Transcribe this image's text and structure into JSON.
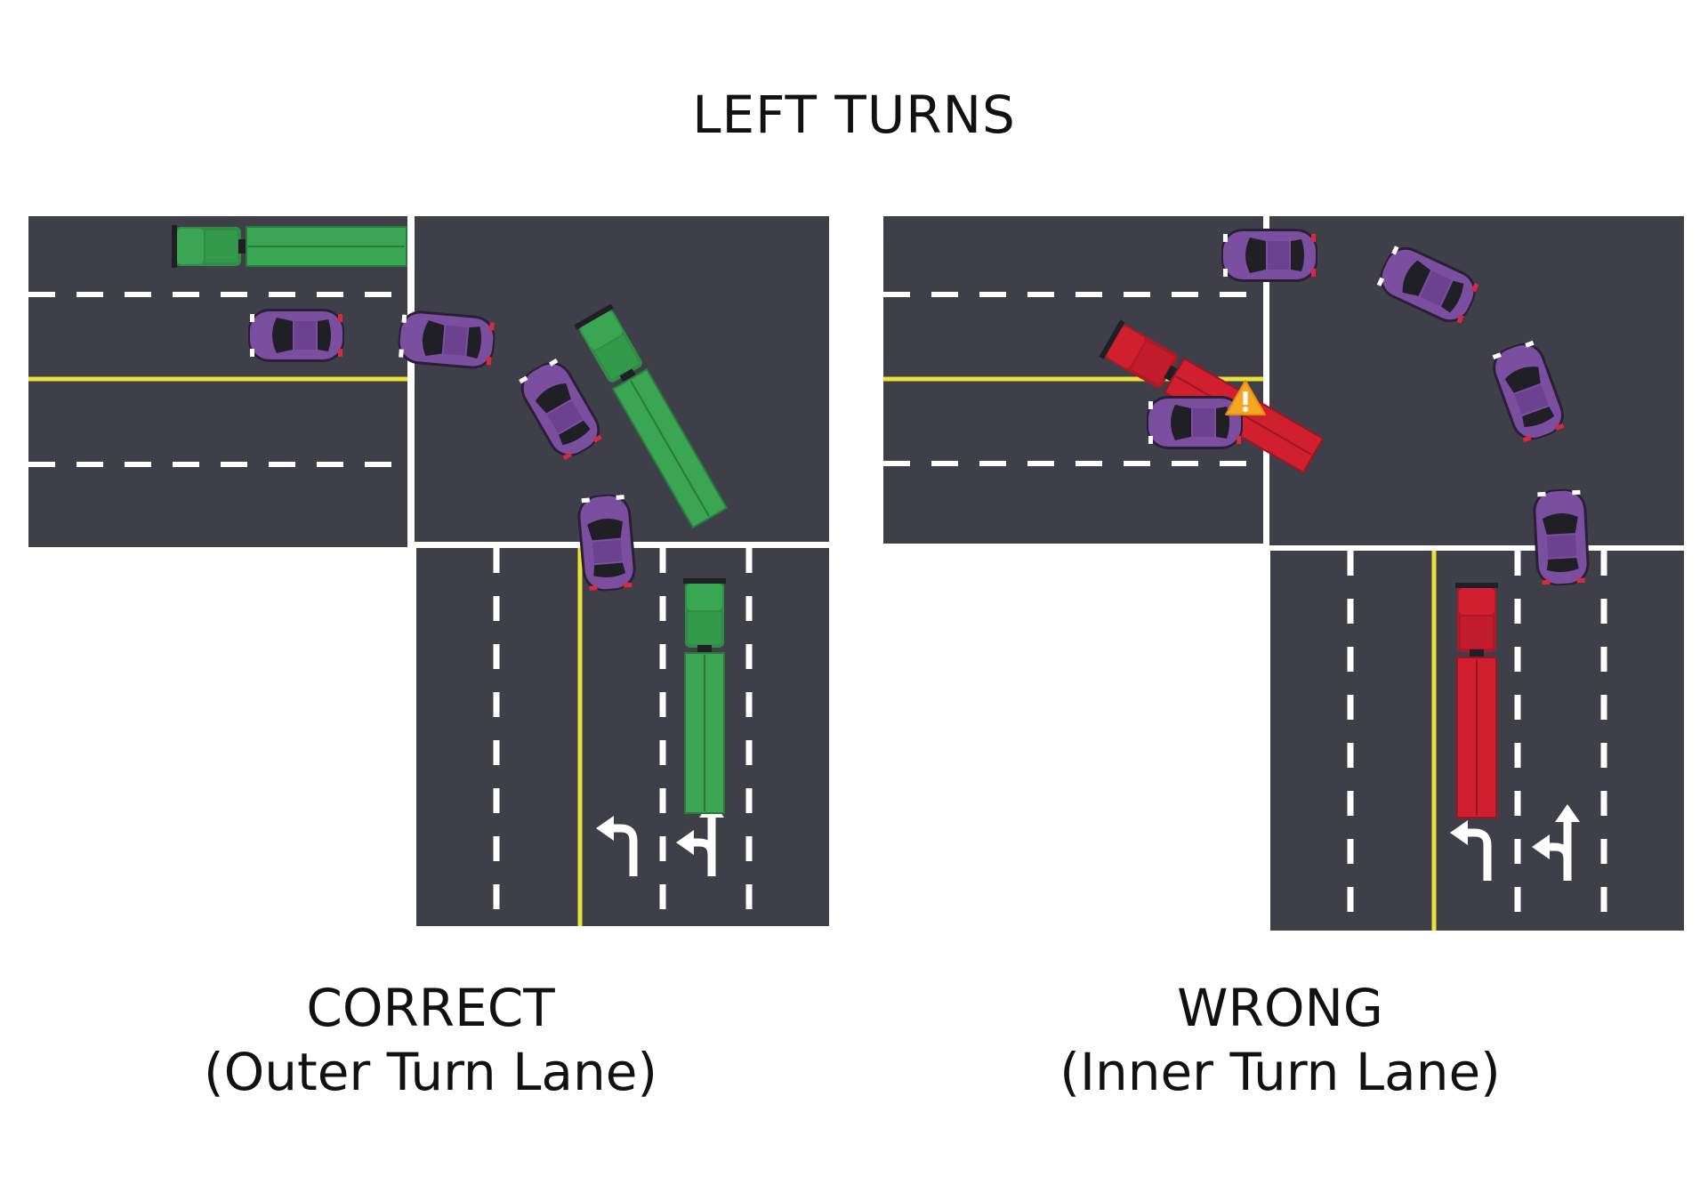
{
  "title": "LEFT TURNS",
  "colors": {
    "asphalt": "#3f3f49",
    "lane_marking": "#ffffff",
    "center_line": "#e8e23a",
    "car": "#7b4fa0",
    "truck_correct": "#3aa552",
    "truck_wrong": "#d0202f",
    "warning": "#f5a623"
  },
  "panels": [
    {
      "label": "CORRECT",
      "sublabel": "(Outer Turn Lane)",
      "turn_lane": "outer",
      "icons": [
        "left-turn-arrow-icon",
        "left-straight-arrow-icon"
      ]
    },
    {
      "label": "WRONG",
      "sublabel": "(Inner Turn Lane)",
      "turn_lane": "inner",
      "icons": [
        "left-turn-arrow-icon",
        "left-straight-arrow-icon",
        "warning-icon"
      ]
    }
  ]
}
